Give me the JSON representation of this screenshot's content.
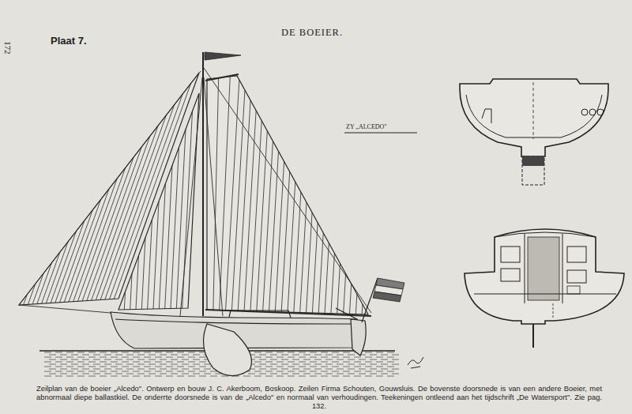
{
  "diagram": {
    "title": "DE BOEIER.",
    "caption": "Zeilplan van de boeier „Alcedo\". Ontwerp en bouw J. C. Akerboom, Boskoop. Zeilen Firma Schouten, Gouwsluis. De bovenste doorsnede is van een andere Boeier, met abnormaal diepe ballastkiel. De onderrte doorsnede is van de „Alcedo\" en normaal van verhoudingen. Teekeningen ontleend aan het tijdschrift „De Watersport\". Zie pag. 132.",
    "labels": [
      "172",
      "Plaat 7.",
      "ZY „ALCEDO\""
    ]
  }
}
